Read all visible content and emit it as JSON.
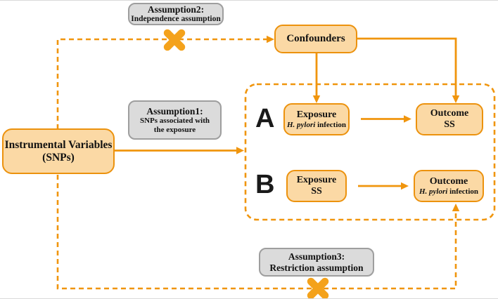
{
  "diagram": {
    "assumption2": {
      "title": "Assumption2:",
      "subtitle": "Independence assumption"
    },
    "assumption1": {
      "title": "Assumption1:",
      "line1": "SNPs associated with",
      "line2": "the exposure"
    },
    "assumption3": {
      "title": "Assumption3:",
      "subtitle": "Restriction assumption"
    },
    "confounders": {
      "label": "Confounders"
    },
    "instrumental_variables": {
      "line1": "Instrumental Variables",
      "line2": "(SNPs)"
    },
    "panel_a": {
      "letter": "A",
      "exposure": {
        "title": "Exposure",
        "name_italic": "H. pylori",
        "name_rest": "infection"
      },
      "outcome": {
        "title": "Outcome",
        "name": "SS"
      }
    },
    "panel_b": {
      "letter": "B",
      "exposure": {
        "title": "Exposure",
        "name": "SS"
      },
      "outcome": {
        "title": "Outcome",
        "name_italic": "H. pylori",
        "name_rest": "infection"
      }
    }
  },
  "colors": {
    "line": "#f0950d",
    "x-mark": "#f4a21b",
    "box-fill": "#fbd9a5",
    "box-border": "#ec920d",
    "gray-fill": "#dbdbdb",
    "gray-border": "#9e9e9e"
  }
}
